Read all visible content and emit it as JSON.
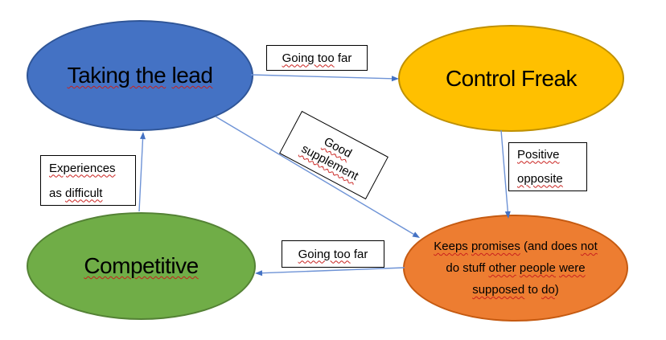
{
  "colors": {
    "background": "#FFFFFF",
    "arrow_line": "#6E93D6",
    "arrow_head": "#4472C4",
    "squiggle": "#C9211E",
    "label_border": "#000000",
    "label_bg": "#FFFFFF",
    "node_text": "#000000"
  },
  "nodes": {
    "taking_the_lead": {
      "text": "Taking the lead",
      "fill": "#4472C4",
      "border": "#2F5597",
      "lines": [
        [
          {
            "t": "Taking the",
            "sq": true
          },
          {
            "t": " "
          },
          {
            "t": "lead",
            "sq": true
          }
        ]
      ]
    },
    "control_freak": {
      "text": "Control Freak",
      "fill": "#FFC000",
      "border": "#BF9000",
      "lines": [
        [
          {
            "t": "Control Freak"
          }
        ]
      ]
    },
    "competitive": {
      "text": "Competitive",
      "fill": "#70AD47",
      "border": "#548235",
      "lines": [
        [
          {
            "t": "Competitive",
            "sq": true
          }
        ]
      ]
    },
    "keeps_promises": {
      "text": "Keeps promises (and does not do stuff other people were supposed to do)",
      "fill": "#ED7D31",
      "border": "#C55A11",
      "lines": [
        [
          {
            "t": "Keeps",
            "sq": true
          },
          {
            "t": " "
          },
          {
            "t": "promises",
            "sq": true
          },
          {
            "t": " (and does "
          },
          {
            "t": "not",
            "sq": true
          }
        ],
        [
          {
            "t": "do stuff "
          },
          {
            "t": "other",
            "sq": true
          },
          {
            "t": " "
          },
          {
            "t": "people",
            "sq": true
          },
          {
            "t": " "
          },
          {
            "t": "were",
            "sq": true
          }
        ],
        [
          {
            "t": "supposed",
            "sq": true
          },
          {
            "t": " to "
          },
          {
            "t": "do",
            "sq": true
          },
          {
            "t": ")"
          }
        ]
      ]
    }
  },
  "labels": {
    "going_too_far_top": {
      "text": "Going too far",
      "lines": [
        [
          {
            "t": "Going too",
            "sq": true
          },
          {
            "t": " far"
          }
        ]
      ]
    },
    "good_supplement": {
      "text": "Good supplement",
      "lines": [
        [
          {
            "t": "Good",
            "sq": true
          }
        ],
        [
          {
            "t": "supplement",
            "sq": true
          }
        ]
      ]
    },
    "experiences_as_difficult": {
      "text": "Experiences as difficult",
      "lines": [
        [
          {
            "t": "Experiences",
            "sq": true
          }
        ],
        [
          {
            "t": "as "
          },
          {
            "t": "difficult",
            "sq": true
          }
        ]
      ]
    },
    "positive_opposite": {
      "text": "Positive opposite",
      "lines": [
        [
          {
            "t": "Positive",
            "sq": true
          }
        ],
        [
          {
            "t": "opposite",
            "sq": true
          }
        ]
      ]
    },
    "going_too_far_bottom": {
      "text": "Going too far",
      "lines": [
        [
          {
            "t": "Going too",
            "sq": true
          },
          {
            "t": " far"
          }
        ]
      ]
    }
  },
  "arrows": [
    {
      "name": "taking-lead-to-control-freak",
      "from": "Taking the lead",
      "to": "Control Freak",
      "label": "Going too far"
    },
    {
      "name": "competitive-to-taking-lead",
      "from": "Competitive",
      "to": "Taking the lead",
      "label": "Experiences as difficult"
    },
    {
      "name": "taking-lead-to-keeps-promises",
      "from": "Taking the lead",
      "to": "Keeps promises (and does not do stuff other people were supposed to do)",
      "label": "Good supplement"
    },
    {
      "name": "control-freak-to-keeps-promises",
      "from": "Control Freak",
      "to": "Keeps promises (and does not do stuff other people were supposed to do)",
      "label": "Positive opposite"
    },
    {
      "name": "keeps-promises-to-competitive",
      "from": "Keeps promises (and does not do stuff other people were supposed to do)",
      "to": "Competitive",
      "label": "Going too far"
    }
  ]
}
